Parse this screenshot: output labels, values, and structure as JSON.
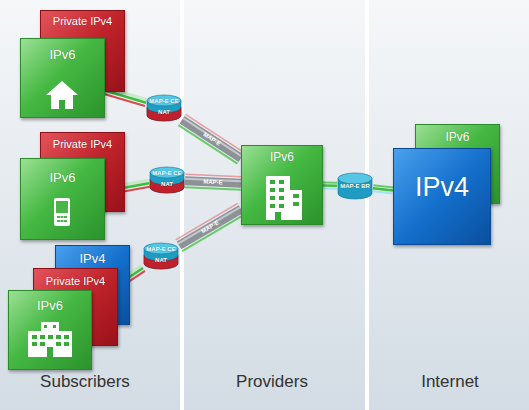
{
  "diagram": {
    "nodes": [
      {
        "text": [
          "Private IPv4"
        ]
      },
      {
        "text": [
          "IPv6"
        ]
      },
      {
        "text": [
          "Private IPv4"
        ]
      },
      {
        "text": [
          "IPv6"
        ]
      },
      {
        "text": [
          "IPv4"
        ]
      },
      {
        "text": [
          "Private IPv4"
        ]
      },
      {
        "text": [
          "IPv6"
        ]
      },
      {
        "text": [
          "MAP-E CE",
          "NAT"
        ]
      },
      {
        "text": [
          "MAP-E CE",
          "NAT"
        ]
      },
      {
        "text": [
          "MAP-E CE",
          "NAT"
        ]
      },
      {
        "text": [
          "IPv6"
        ]
      },
      {
        "text": [
          "MAP-E BR"
        ]
      },
      {
        "text": [
          "IPv6"
        ]
      },
      {
        "text": [
          "IPv4"
        ]
      }
    ],
    "edges": [
      {
        "from": 1,
        "to": 7,
        "arrow": "none"
      },
      {
        "from": 3,
        "to": 8,
        "arrow": "none"
      },
      {
        "from": 6,
        "to": 9,
        "arrow": "none"
      },
      {
        "from": 7,
        "to": 10,
        "label": "MAP-E",
        "arrow": "none"
      },
      {
        "from": 8,
        "to": 10,
        "label": "MAP-E",
        "arrow": "none"
      },
      {
        "from": 9,
        "to": 10,
        "label": "MAP-E",
        "arrow": "none"
      },
      {
        "from": 10,
        "to": 11,
        "arrow": "none"
      },
      {
        "from": 11,
        "to": 13,
        "arrow": "none"
      }
    ],
    "labels": [
      "Subscribers",
      "Providers",
      "Internet"
    ]
  }
}
